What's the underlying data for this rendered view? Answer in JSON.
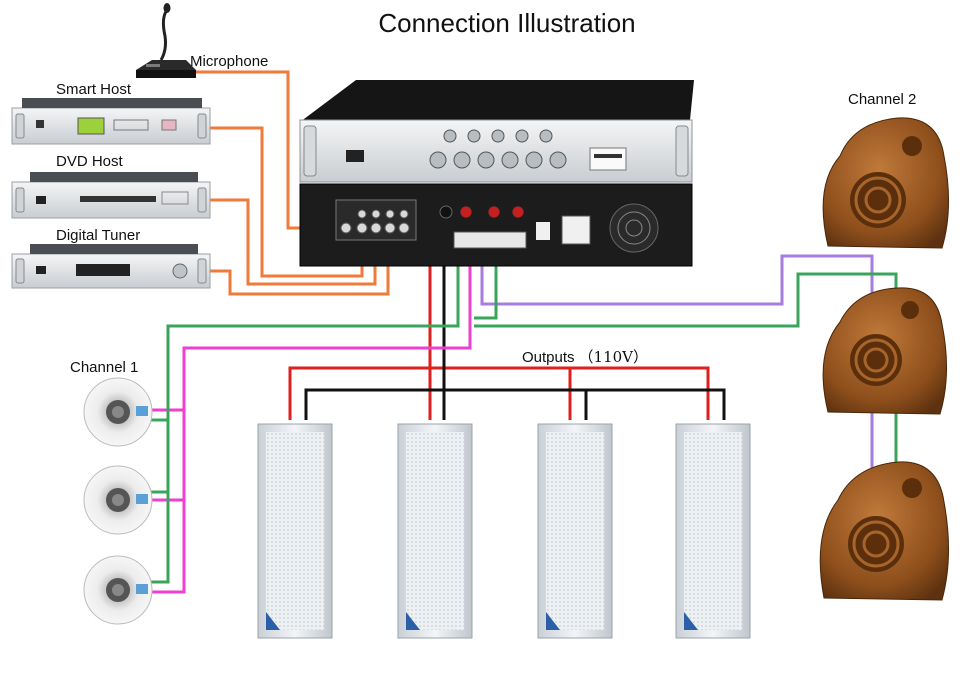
{
  "title": "Connection Illustration",
  "labels": {
    "microphone": "Microphone",
    "smart_host": "Smart Host",
    "dvd_host": "DVD Host",
    "digital_tuner": "Digital Tuner",
    "channel_1": "Channel 1",
    "channel_2": "Channel 2",
    "outputs": "Outputs",
    "outputs_voltage": "（110V）"
  },
  "colors": {
    "source_wire": "#f07a3a",
    "output_positive": "#e0201e",
    "output_negative": "#111111",
    "channel_1_wire_a": "#ee3fcf",
    "channel_1_wire_b": "#3aa45a",
    "channel_2_wire_a": "#a77ce0",
    "channel_2_wire_b": "#3aa45a",
    "rock_speaker": "#9a5a22",
    "column_speaker": "#e8ecef",
    "amplifier_front": "#d9dcdf",
    "amplifier_back": "#1c1c1c"
  },
  "icons": [
    "microphone-icon",
    "rack-device-icon",
    "amplifier-icon",
    "ceiling-speaker-icon",
    "column-speaker-icon",
    "rock-speaker-icon"
  ]
}
